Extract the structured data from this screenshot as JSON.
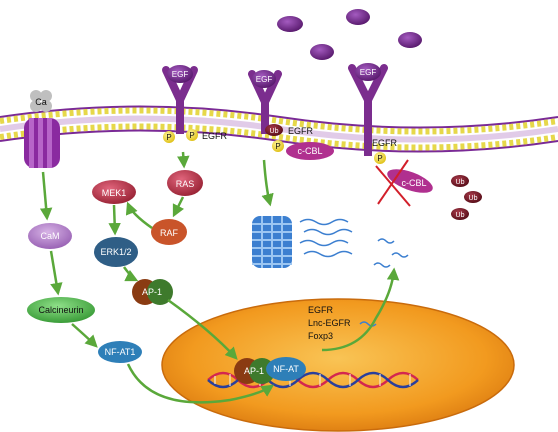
{
  "labels": {
    "ca": "Ca",
    "egf": "EGF",
    "p": "P",
    "egfr": "EGFR",
    "ub": "Ub",
    "ccbl": "c-CBL",
    "ras": "RAS",
    "raf": "RAF",
    "mek1": "MEK1",
    "erk": "ERK1/2",
    "ap1": "AP-1",
    "cam": "CaM",
    "calcineurin": "Calcineurin",
    "nfat1": "NF-AT1",
    "nfat": "NF-AT"
  },
  "nucleus_genes": [
    "EGFR",
    "Lnc-EGFR",
    "Foxp3"
  ],
  "colors": {
    "membrane_head": "#e6d84a",
    "egfr_purple": "#7b2d8e",
    "ccbl_magenta": "#b0308f",
    "ras_red": "#c23a52",
    "nucleus_orange": "#f29a1f",
    "arrow_green": "#5aa83a",
    "proteasome_blue": "#3c7fd0",
    "ub_darkred": "#6a1420",
    "calcineurin_green": "#4cb84a",
    "nfat_blue": "#2e7fb8"
  }
}
